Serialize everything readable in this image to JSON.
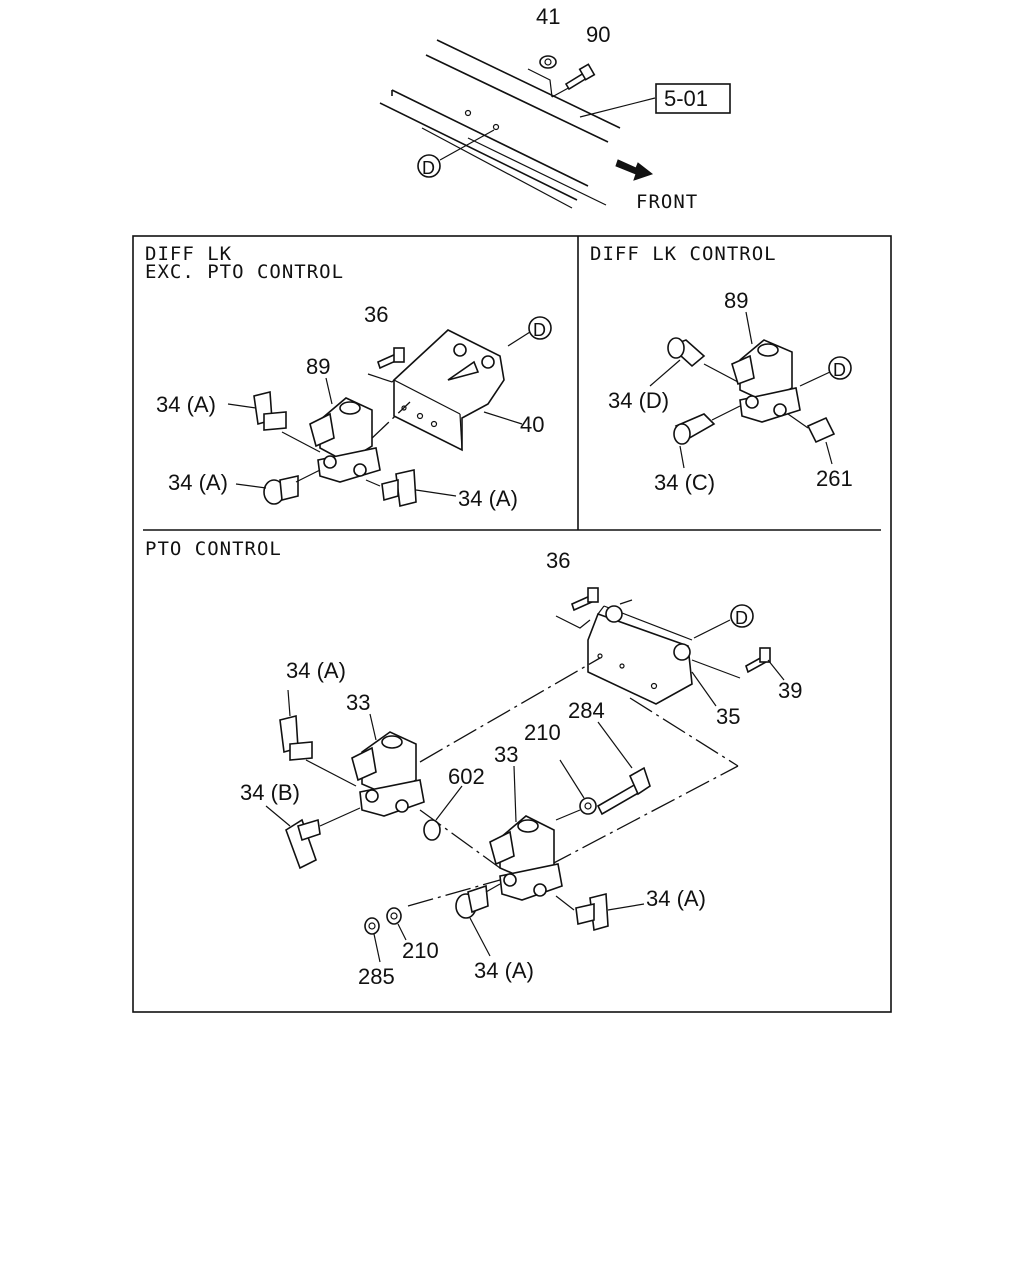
{
  "top": {
    "ref_box": "5-01",
    "front_label": "FRONT",
    "callout_d": "D",
    "labels": {
      "p41": "41",
      "p90": "90"
    }
  },
  "panels": {
    "diff_lk": {
      "title_line1": "DIFF LK",
      "title_line2": "EXC. PTO CONTROL",
      "callout_d": "D",
      "labels": {
        "p36": "36",
        "p89": "89",
        "p40": "40",
        "p34a_1": "34 (A)",
        "p34a_2": "34 (A)",
        "p34a_3": "34 (A)"
      }
    },
    "diff_lk_control": {
      "title": "DIFF LK CONTROL",
      "callout_d": "D",
      "labels": {
        "p89": "89",
        "p34d": "34 (D)",
        "p34c": "34 (C)",
        "p261": "261"
      }
    },
    "pto_control": {
      "title": "PTO CONTROL",
      "callout_d": "D",
      "labels": {
        "p36": "36",
        "p39": "39",
        "p35": "35",
        "p284": "284",
        "p34a_1": "34 (A)",
        "p33_1": "33",
        "p33_2": "33",
        "p210_1": "210",
        "p210_2": "210",
        "p602": "602",
        "p34b": "34 (B)",
        "p34a_2": "34 (A)",
        "p34a_3": "34 (A)",
        "p285": "285"
      }
    }
  },
  "colors": {
    "line": "#111111",
    "background": "#ffffff"
  }
}
